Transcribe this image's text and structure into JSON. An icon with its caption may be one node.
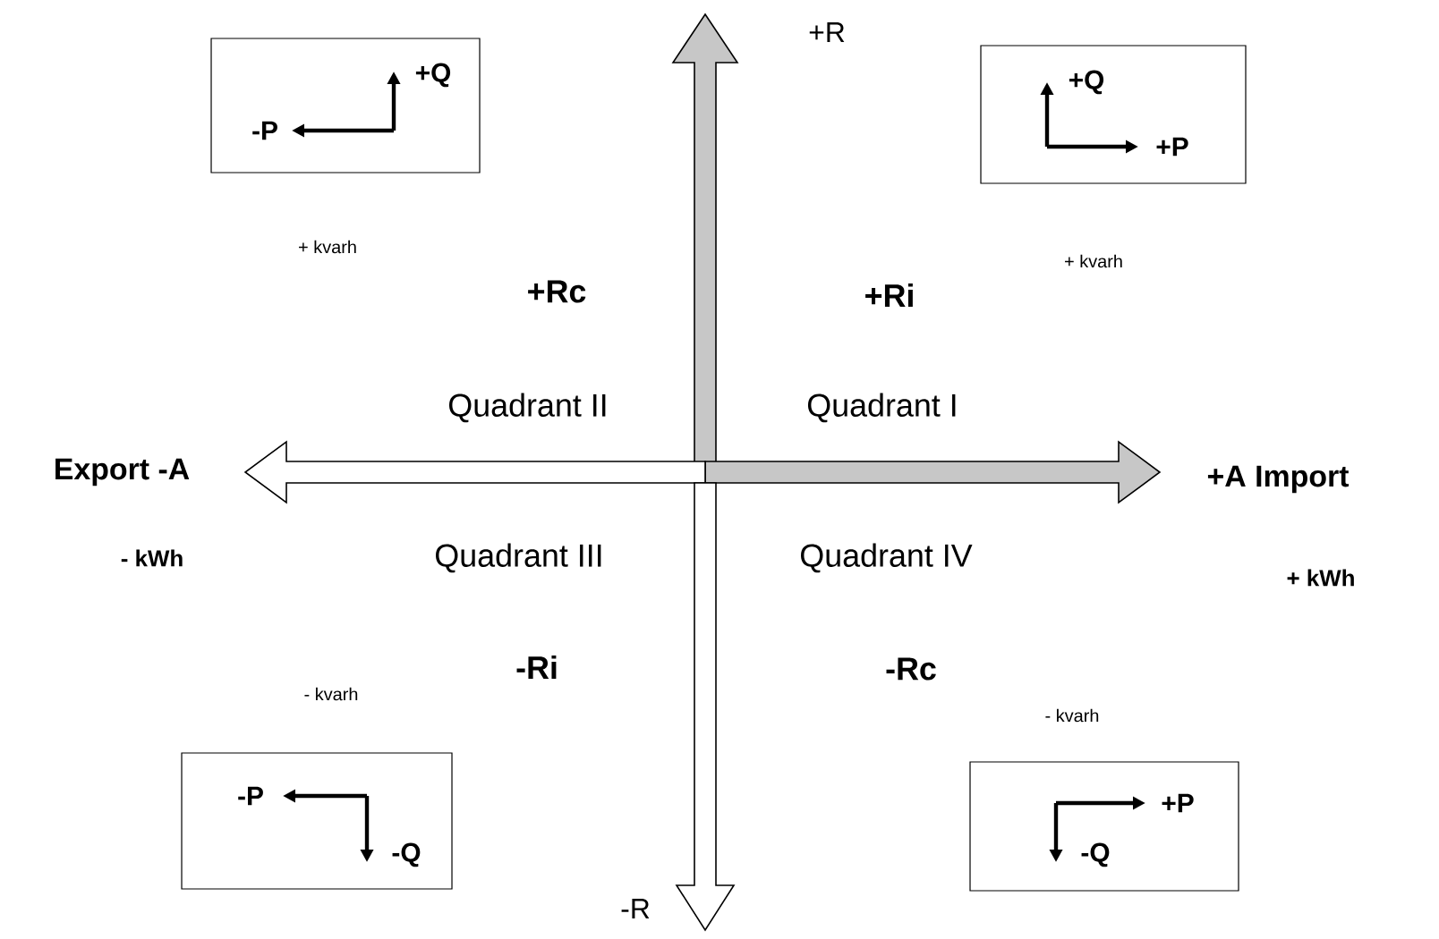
{
  "diagram": {
    "nodes": [
      {
        "text": [
          "+Q",
          "-P"
        ]
      },
      {
        "text": [
          "+Q",
          "+P"
        ]
      },
      {
        "text": [
          "-P",
          "-Q"
        ]
      },
      {
        "text": [
          "+P",
          "-Q"
        ]
      }
    ],
    "labels": [
      "+R",
      "+ kvarh",
      "+Rc",
      "+Ri",
      "+ kvarh",
      "Quadrant II",
      "Quadrant I",
      "Export -A",
      "+A Import",
      "- kWh",
      "Quadrant III",
      "Quadrant IV",
      "+ kWh",
      "-Ri",
      "-Rc",
      "- kvarh",
      "- kvarh",
      "-R"
    ]
  }
}
